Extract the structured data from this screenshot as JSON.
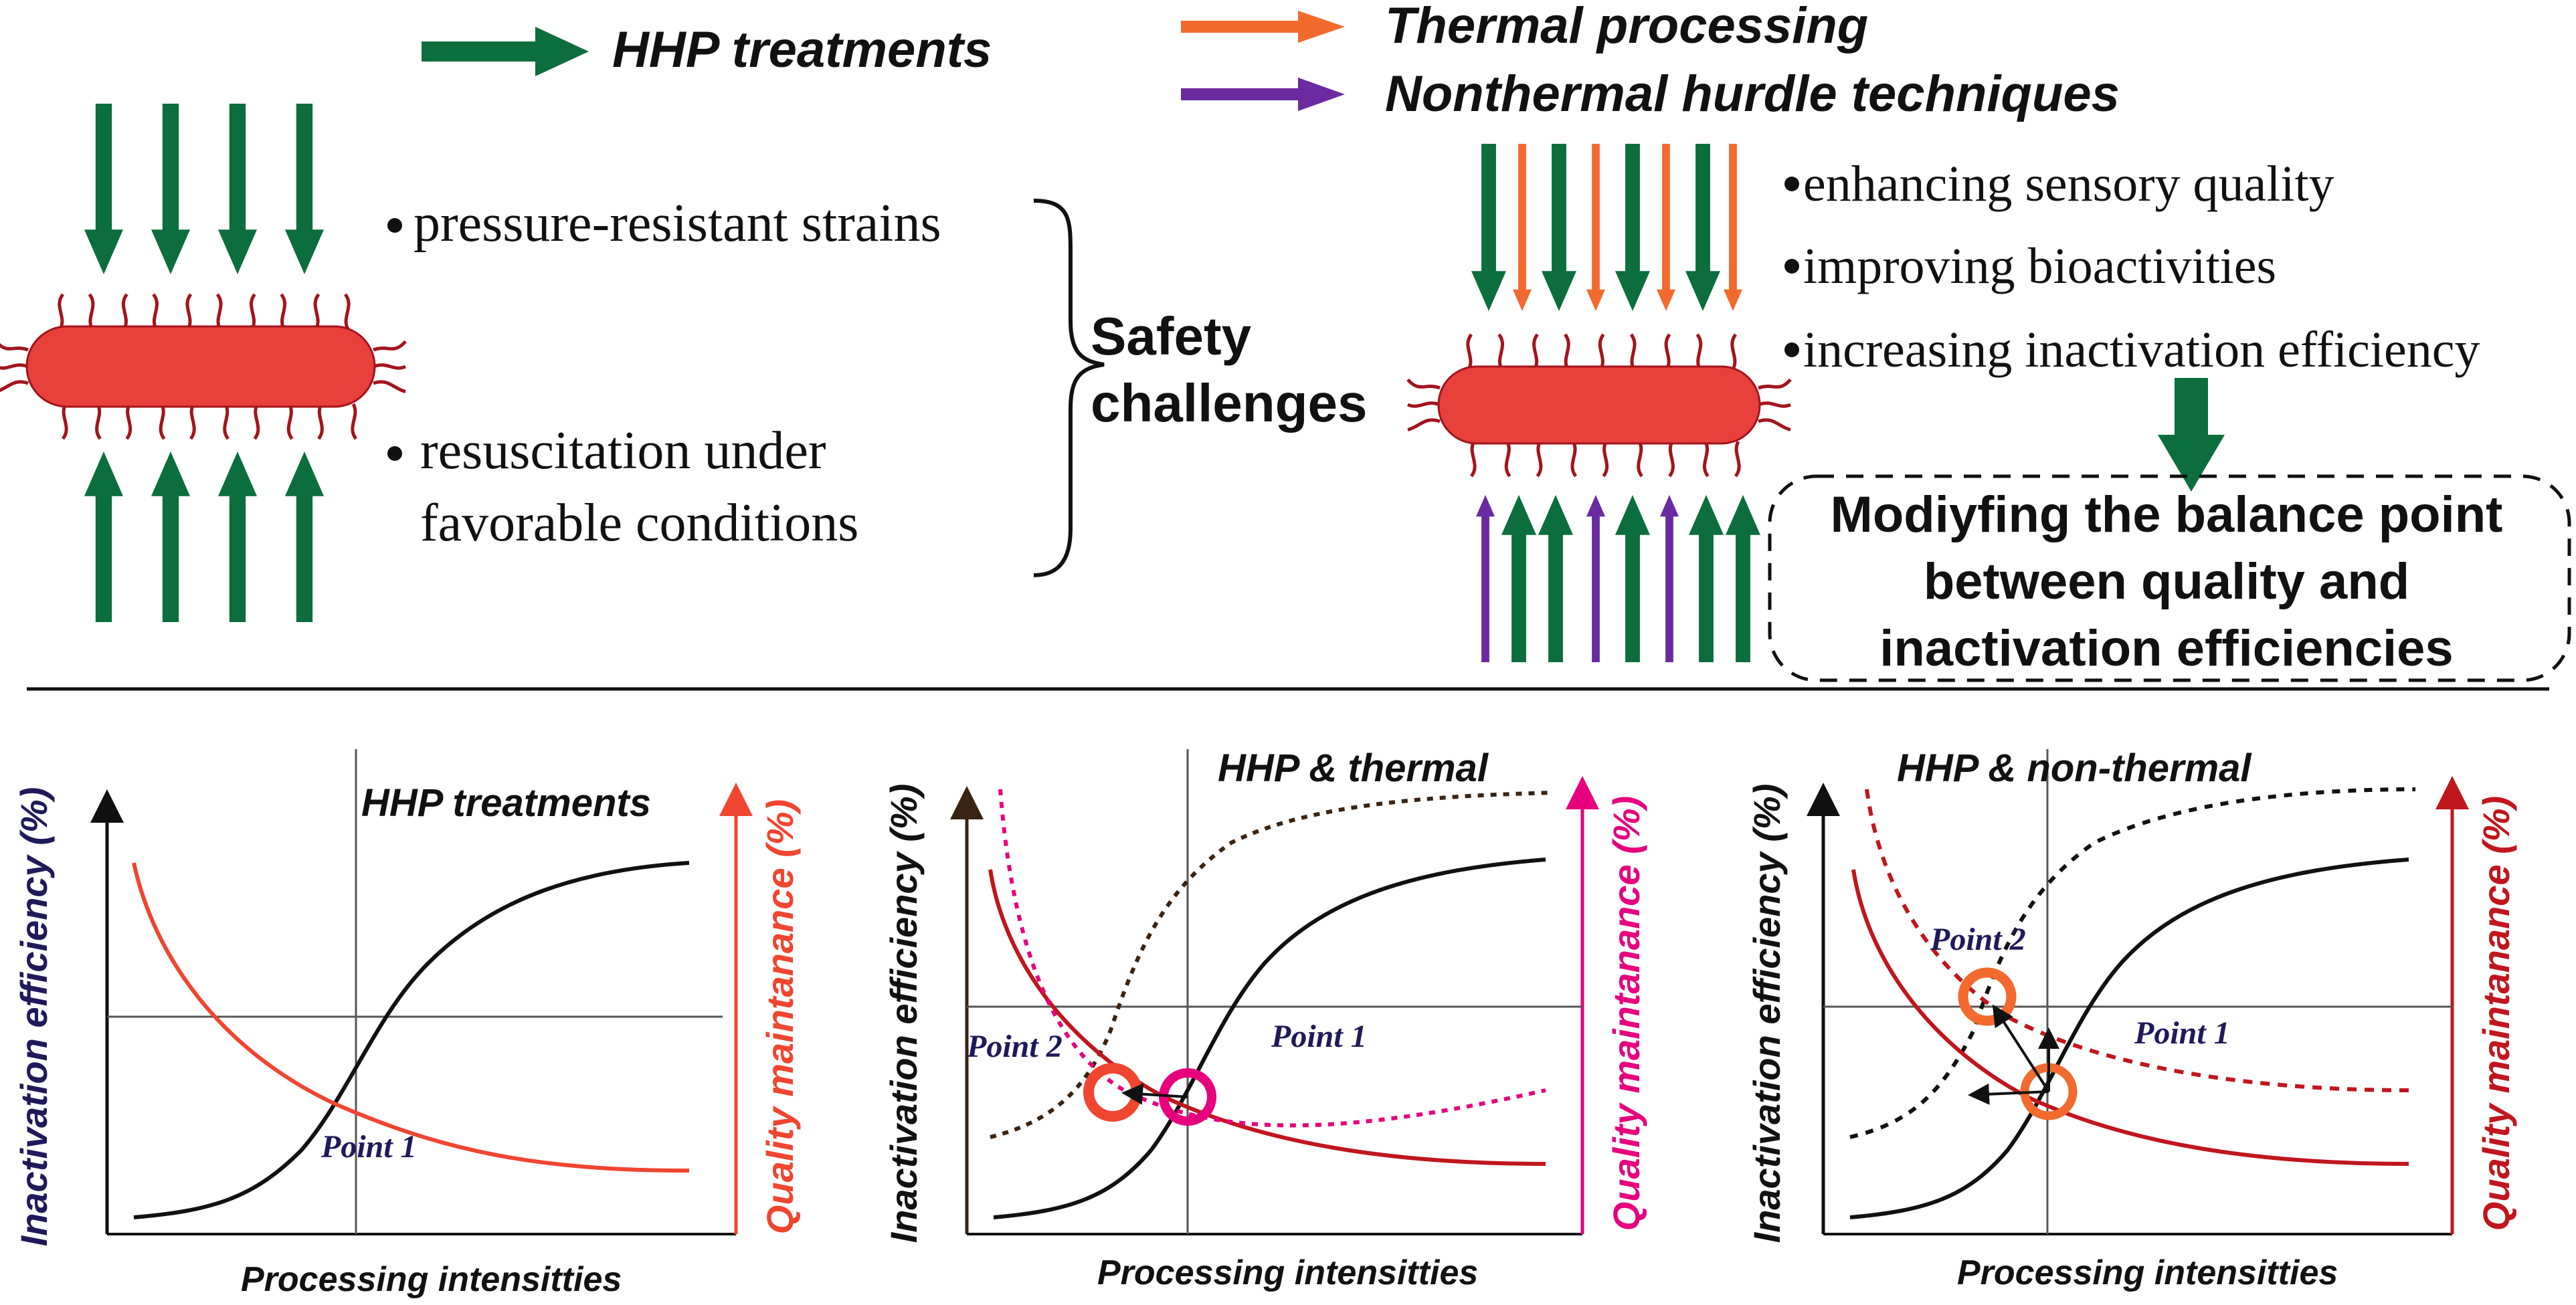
{
  "legend": [
    {
      "label": "HHP treatments",
      "color": "#0b6e3c"
    },
    {
      "label": "Thermal processing",
      "color": "#f26a2e"
    },
    {
      "label": "Nonthermal hurdle techniques",
      "color": "#6b2aa0"
    }
  ],
  "left_panel": {
    "bullets": [
      "pressure-resistant strains",
      "resuscitation under",
      "favorable conditions"
    ],
    "challenge": [
      "Safety",
      "challenges"
    ]
  },
  "right_panel": {
    "bullets": [
      "enhancing sensory quality",
      "improving bioactivities",
      "increasing inactivation efficiency"
    ],
    "balance_box": [
      "Modiyfing the balance point",
      "between quality and",
      "inactivation efficiencies"
    ]
  },
  "colors": {
    "hhp": "#0b6e3c",
    "thermal": "#f26a2e",
    "nonthermal": "#6b2aa0",
    "bacterium": "#e8403a",
    "flagella": "#a3141c",
    "inactivation_label": "#1f1a5a",
    "quality_hhp": "#f0452f",
    "quality_thermal": "#e6007e",
    "quality_nonthermal": "#c0161d"
  },
  "charts": [
    {
      "title": "HHP treatments",
      "xlabel": "Processing intensitties",
      "ylabel_left": "Inactivation efficiency (%)",
      "ylabel_right": "Quality maintanance (%)",
      "points": [
        "Point 1"
      ]
    },
    {
      "title": "HHP & thermal",
      "xlabel": "Processing intensitties",
      "ylabel_left": "Inactivation efficiency (%)",
      "ylabel_right": "Quality maintanance (%)",
      "points": [
        "Point 1",
        "Point 2"
      ]
    },
    {
      "title": "HHP & non-thermal",
      "xlabel": "Processing intensitties",
      "ylabel_left": "Inactivation efficiency (%)",
      "ylabel_right": "Quality maintanance (%)",
      "points": [
        "Point 1",
        "Point 2"
      ]
    }
  ]
}
